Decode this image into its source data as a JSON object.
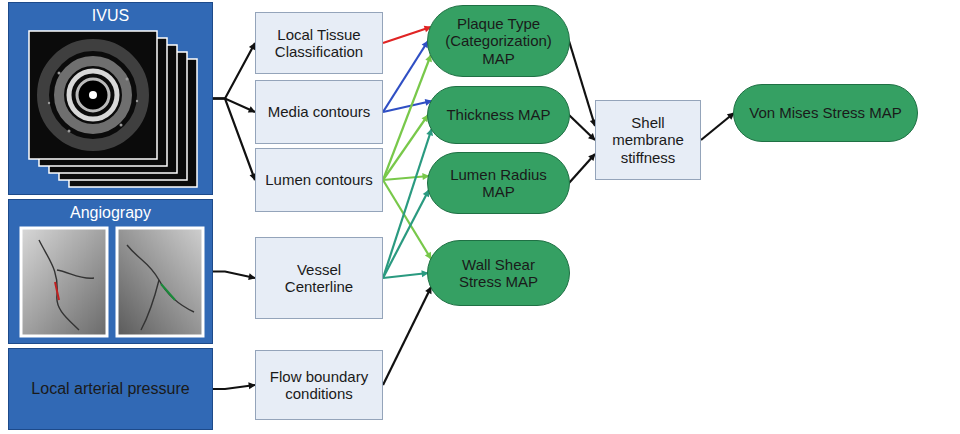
{
  "diagram": {
    "nodes": [
      {
        "text": [
          "IVUS"
        ]
      },
      {
        "text": [
          "Angiograpy"
        ]
      },
      {
        "text": [
          "Local arterial pressure"
        ]
      },
      {
        "text": [
          "Local Tissue Classification"
        ]
      },
      {
        "text": [
          "Media contours"
        ]
      },
      {
        "text": [
          "Lumen contours"
        ]
      },
      {
        "text": [
          "Vessel Centerline"
        ]
      },
      {
        "text": [
          "Flow boundary conditions"
        ]
      },
      {
        "text": [
          "Plaque Type (Categorization) MAP"
        ]
      },
      {
        "text": [
          "Thickness MAP"
        ]
      },
      {
        "text": [
          "Lumen Radius MAP"
        ]
      },
      {
        "text": [
          "Wall Shear Stress MAP"
        ]
      },
      {
        "text": [
          "Shell membrane stiffness"
        ]
      },
      {
        "text": [
          "Von Mises Stress MAP"
        ]
      }
    ],
    "edges": [
      {
        "from": 0,
        "to": 3,
        "arrow": "to"
      },
      {
        "from": 0,
        "to": 4,
        "arrow": "to"
      },
      {
        "from": 0,
        "to": 5,
        "arrow": "to"
      },
      {
        "from": 1,
        "to": 6,
        "arrow": "to"
      },
      {
        "from": 2,
        "to": 7,
        "arrow": "to"
      },
      {
        "from": 3,
        "to": 8,
        "arrow": "to"
      },
      {
        "from": 4,
        "to": 8,
        "arrow": "to"
      },
      {
        "from": 4,
        "to": 9,
        "arrow": "to"
      },
      {
        "from": 5,
        "to": 8,
        "arrow": "to"
      },
      {
        "from": 5,
        "to": 9,
        "arrow": "to"
      },
      {
        "from": 5,
        "to": 10,
        "arrow": "to"
      },
      {
        "from": 5,
        "to": 11,
        "arrow": "to"
      },
      {
        "from": 6,
        "to": 9,
        "arrow": "to"
      },
      {
        "from": 6,
        "to": 10,
        "arrow": "to"
      },
      {
        "from": 6,
        "to": 11,
        "arrow": "to"
      },
      {
        "from": 7,
        "to": 11,
        "arrow": "to"
      },
      {
        "from": 8,
        "to": 12,
        "arrow": "to"
      },
      {
        "from": 9,
        "to": 12,
        "arrow": "to"
      },
      {
        "from": 10,
        "to": 12,
        "arrow": "to"
      },
      {
        "from": 12,
        "to": 13,
        "arrow": "to"
      }
    ]
  }
}
